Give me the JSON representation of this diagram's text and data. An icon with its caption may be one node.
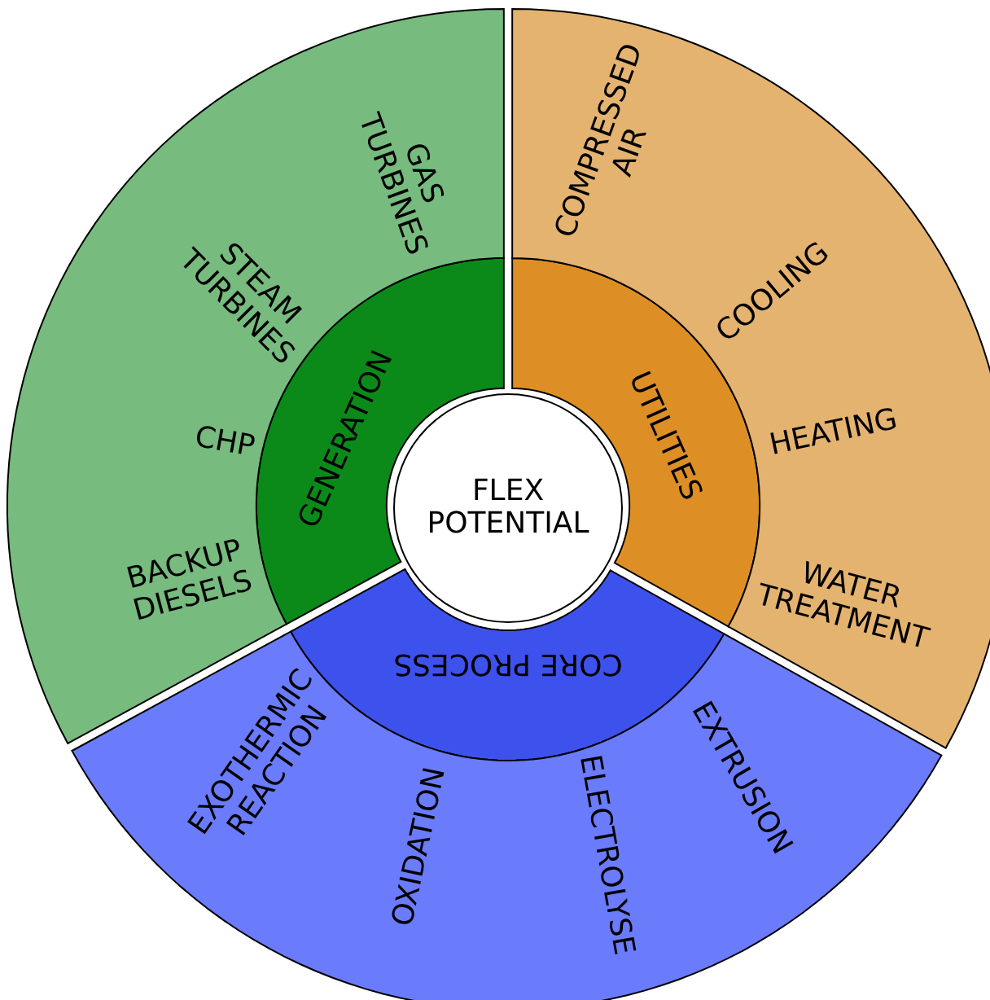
{
  "diagram": {
    "nodes": [
      {
        "text": [
          "FLEX POTENTIAL"
        ]
      },
      {
        "text": [
          "GENERATION"
        ]
      },
      {
        "text": [
          "GAS TURBINES",
          "STEAM TURBINES",
          "CHP",
          "BACKUP DIESELS"
        ]
      },
      {
        "text": [
          "UTILITIES"
        ]
      },
      {
        "text": [
          "COMPRESSED AIR",
          "COOLING",
          "HEATING",
          "WATER TREATMENT"
        ]
      },
      {
        "text": [
          "CORE PROCESS"
        ]
      },
      {
        "text": [
          "EXOTHERMIC REACTION",
          "OXIDATION",
          "ELECTROLYSE",
          "EXTRUSION"
        ]
      }
    ]
  }
}
